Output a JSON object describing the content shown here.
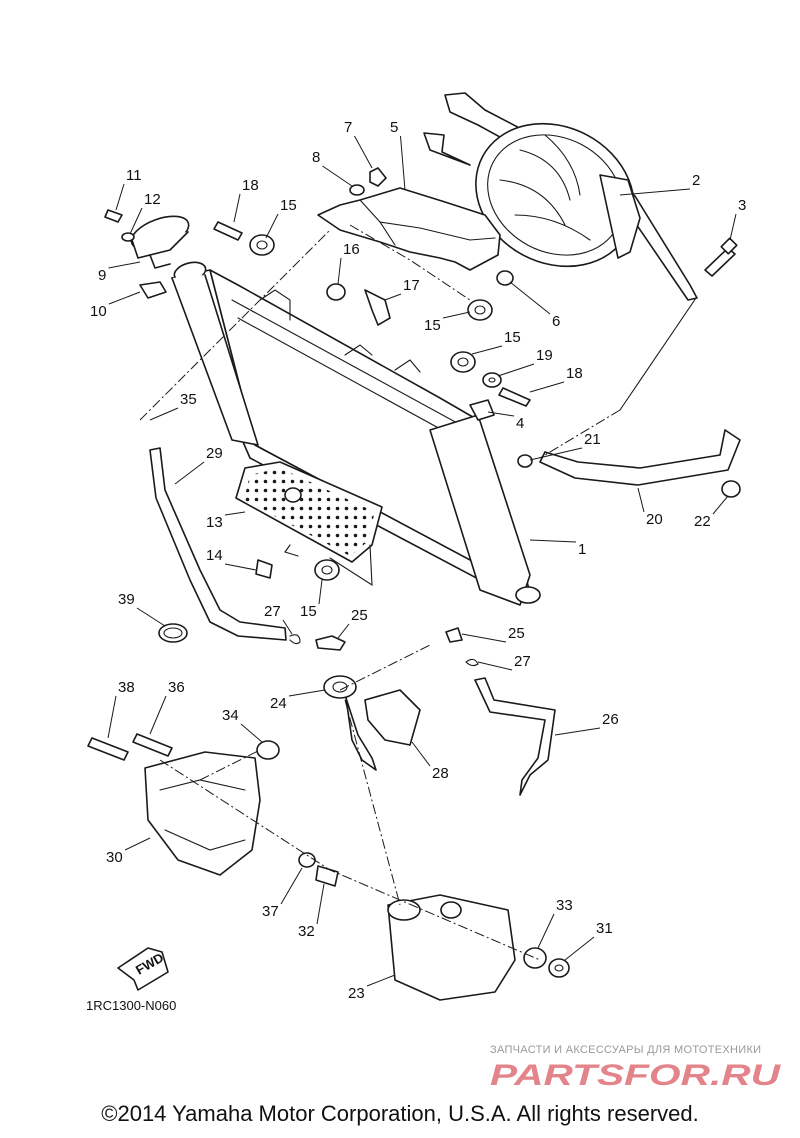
{
  "diagram": {
    "code": "1RC1300-N060",
    "fwd_label": "FWD",
    "copyright": "©2014 Yamaha Motor Corporation, U.S.A. All rights reserved.",
    "watermark": {
      "tagline": "ЗАПЧАСТИ И АКСЕССУАРЫ ДЛЯ МОТОТЕХНИКИ",
      "logo": "PARTSFOR.RU",
      "colors": {
        "logo": "#d8505a",
        "tagline": "#9a9a9a"
      }
    },
    "callouts": [
      {
        "id": "c1",
        "n": "1"
      },
      {
        "id": "c2",
        "n": "2"
      },
      {
        "id": "c3",
        "n": "3"
      },
      {
        "id": "c4",
        "n": "4"
      },
      {
        "id": "c5",
        "n": "5"
      },
      {
        "id": "c6",
        "n": "6"
      },
      {
        "id": "c7",
        "n": "7"
      },
      {
        "id": "c8",
        "n": "8"
      },
      {
        "id": "c9",
        "n": "9"
      },
      {
        "id": "c10",
        "n": "10"
      },
      {
        "id": "c11",
        "n": "11"
      },
      {
        "id": "c12",
        "n": "12"
      },
      {
        "id": "c13",
        "n": "13"
      },
      {
        "id": "c14",
        "n": "14"
      },
      {
        "id": "c15a",
        "n": "15"
      },
      {
        "id": "c15b",
        "n": "15"
      },
      {
        "id": "c15c",
        "n": "15"
      },
      {
        "id": "c15d",
        "n": "15"
      },
      {
        "id": "c16",
        "n": "16"
      },
      {
        "id": "c17",
        "n": "17"
      },
      {
        "id": "c18a",
        "n": "18"
      },
      {
        "id": "c18b",
        "n": "18"
      },
      {
        "id": "c19",
        "n": "19"
      },
      {
        "id": "c20",
        "n": "20"
      },
      {
        "id": "c21",
        "n": "21"
      },
      {
        "id": "c22",
        "n": "22"
      },
      {
        "id": "c23",
        "n": "23"
      },
      {
        "id": "c24",
        "n": "24"
      },
      {
        "id": "c25a",
        "n": "25"
      },
      {
        "id": "c25b",
        "n": "25"
      },
      {
        "id": "c26",
        "n": "26"
      },
      {
        "id": "c27a",
        "n": "27"
      },
      {
        "id": "c27b",
        "n": "27"
      },
      {
        "id": "c28",
        "n": "28"
      },
      {
        "id": "c29",
        "n": "29"
      },
      {
        "id": "c30",
        "n": "30"
      },
      {
        "id": "c31",
        "n": "31"
      },
      {
        "id": "c32",
        "n": "32"
      },
      {
        "id": "c33",
        "n": "33"
      },
      {
        "id": "c34",
        "n": "34"
      },
      {
        "id": "c35",
        "n": "35"
      },
      {
        "id": "c36",
        "n": "36"
      },
      {
        "id": "c37",
        "n": "37"
      },
      {
        "id": "c38",
        "n": "38"
      },
      {
        "id": "c39",
        "n": "39"
      }
    ]
  }
}
